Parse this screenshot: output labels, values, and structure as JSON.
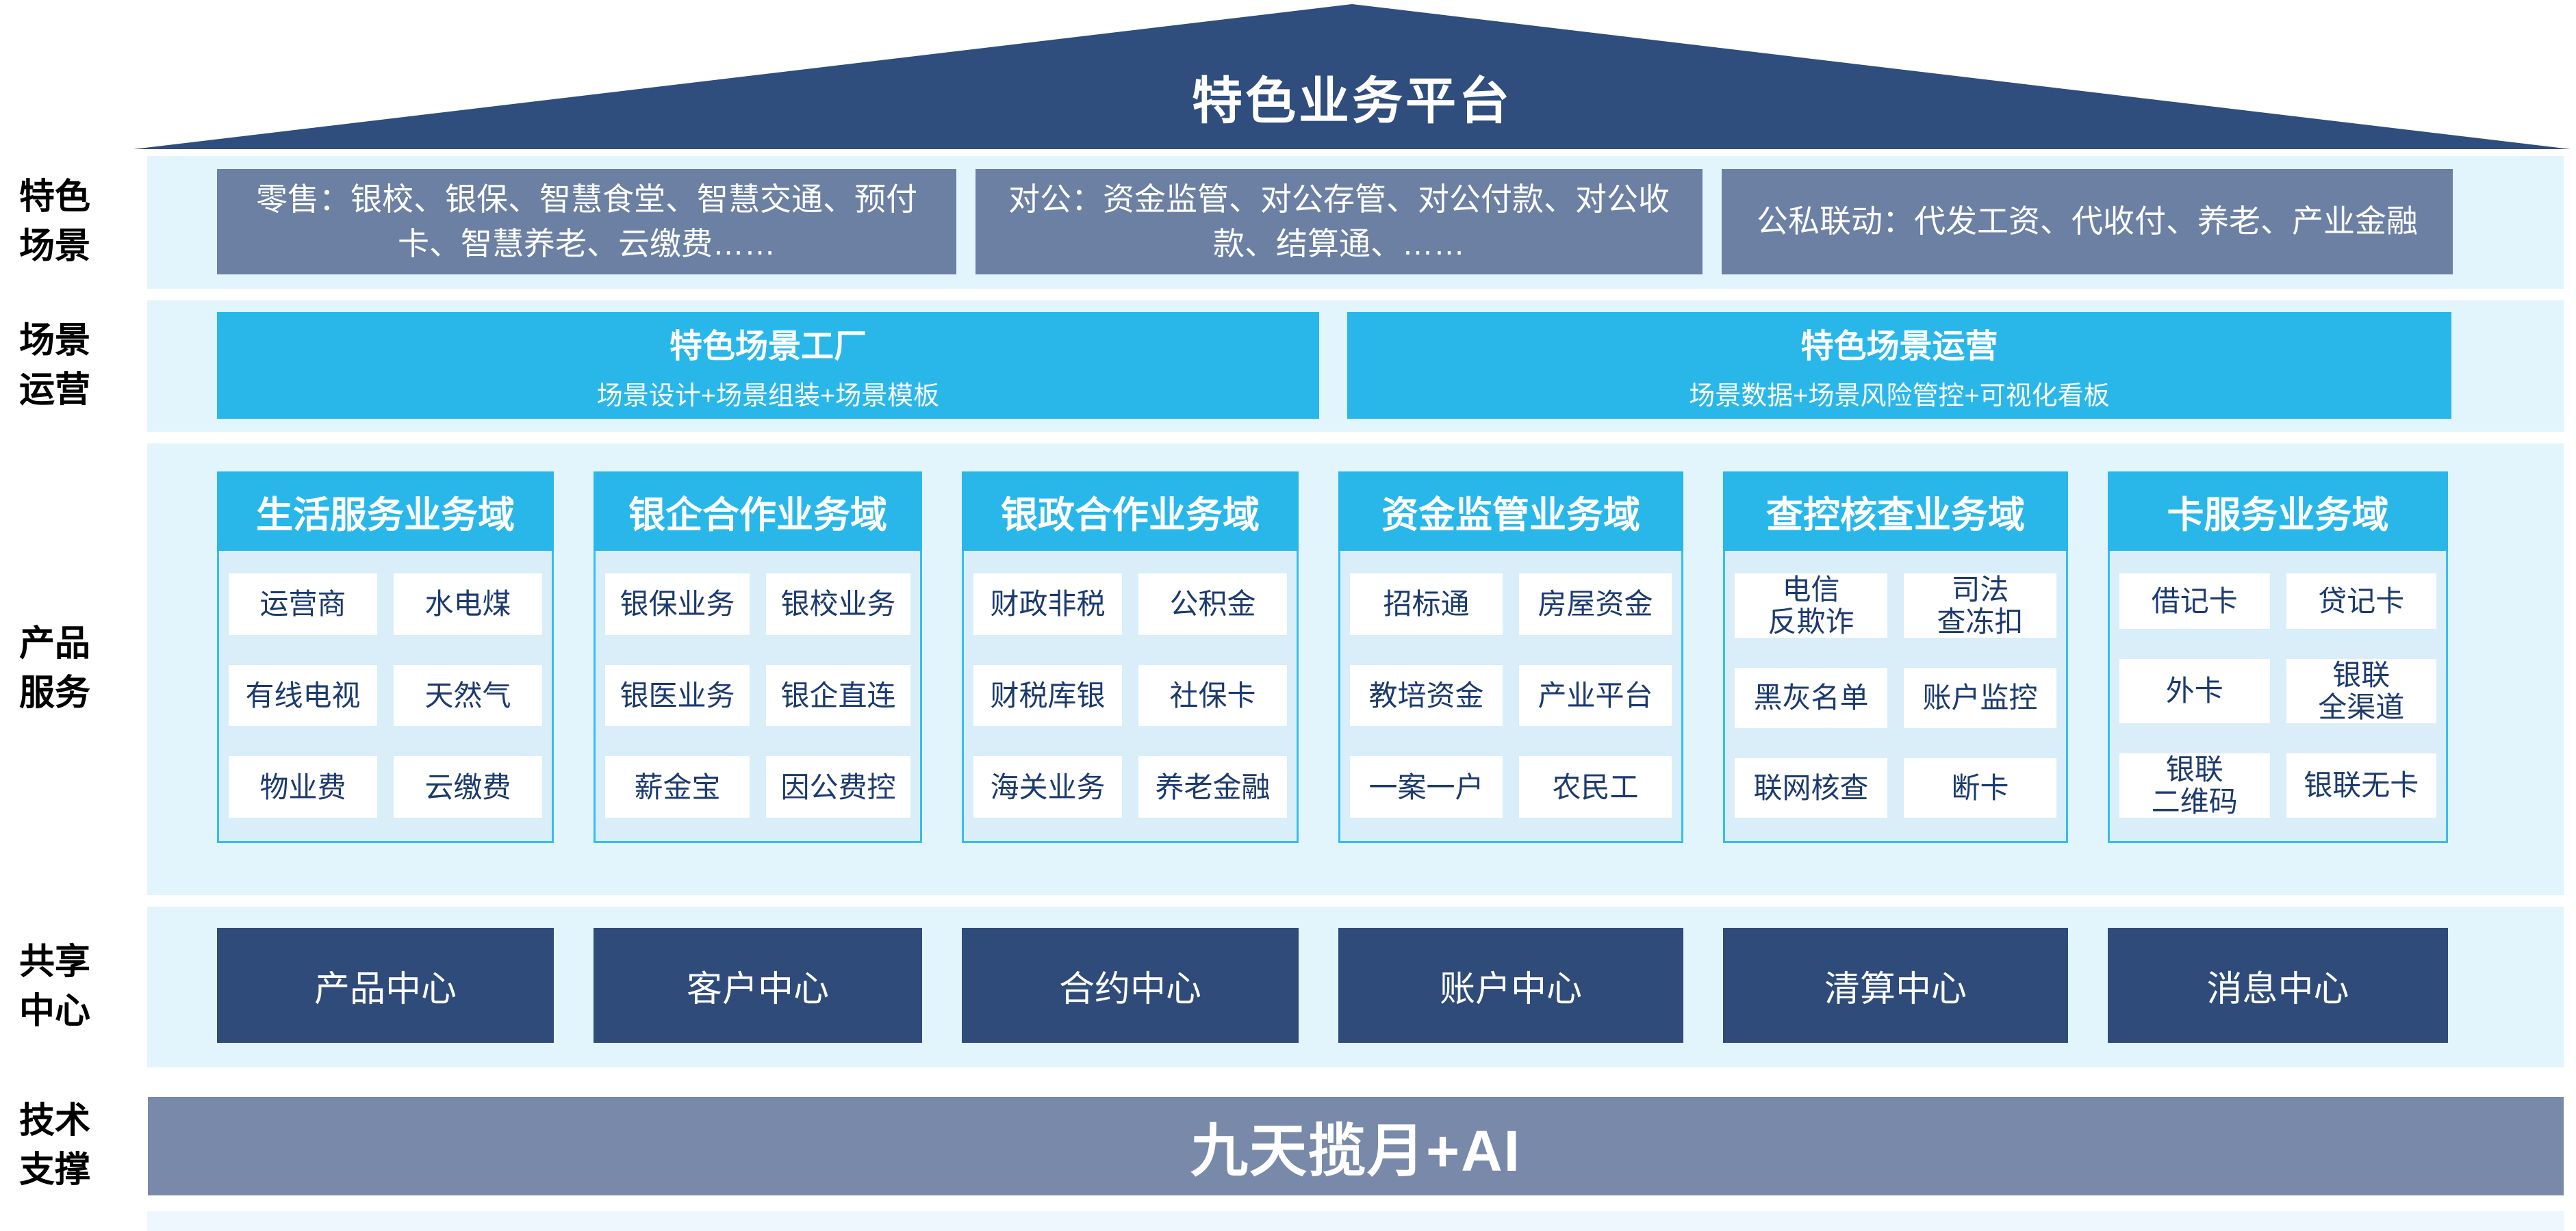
{
  "roof": {
    "title": "特色业务平台"
  },
  "side_labels": [
    "特色场景",
    "场景运营",
    "产品服务",
    "共享中心",
    "技术支撑"
  ],
  "scene_row": {
    "boxes": [
      "零售：银校、银保、智慧食堂、智慧交通、预付卡、智慧养老、云缴费……",
      "对公：资金监管、对公存管、对公付款、对公收款、结算通、……",
      "公私联动：代发工资、代收付、养老、产业金融"
    ]
  },
  "operation_row": {
    "boxes": [
      {
        "title": "特色场景工厂",
        "subtitle": "场景设计+场景组装+场景模板"
      },
      {
        "title": "特色场景运营",
        "subtitle": "场景数据+场景风险管控+可视化看板"
      }
    ]
  },
  "product_row": {
    "columns": [
      {
        "header": "生活服务业务域",
        "cells": [
          "运营商",
          "水电煤",
          "有线电视",
          "天然气",
          "物业费",
          "云缴费"
        ]
      },
      {
        "header": "银企合作业务域",
        "cells": [
          "银保业务",
          "银校业务",
          "银医业务",
          "银企直连",
          "薪金宝",
          "因公费控"
        ]
      },
      {
        "header": "银政合作业务域",
        "cells": [
          "财政非税",
          "公积金",
          "财税库银",
          "社保卡",
          "海关业务",
          "养老金融"
        ]
      },
      {
        "header": "资金监管业务域",
        "cells": [
          "招标通",
          "房屋资金",
          "教培资金",
          "产业平台",
          "一案一户",
          "农民工"
        ]
      },
      {
        "header": "查控核查业务域",
        "cells": [
          "电信\n反欺诈",
          "司法\n查冻扣",
          "黑灰名单",
          "账户监控",
          "联网核查",
          "断卡"
        ]
      },
      {
        "header": "卡服务业务域",
        "cells": [
          "借记卡",
          "贷记卡",
          "外卡",
          "银联\n全渠道",
          "银联\n二维码",
          "银联无卡"
        ]
      }
    ]
  },
  "share_row": {
    "centers": [
      "产品中心",
      "客户中心",
      "合约中心",
      "账户中心",
      "清算中心",
      "消息中心"
    ]
  },
  "tech_row": {
    "label": "九天揽月+AI"
  },
  "colors": {
    "roof_navy": "#2F4D7D",
    "scene_box_gray_blue": "#6C80A4",
    "accent_cyan": "#29B7EA",
    "band_light_blue": "#E2F4FC",
    "column_body_blue": "#D9EEF9",
    "column_border_cyan": "#36BEEE",
    "cell_text_navy": "#1C3A6E",
    "center_box_navy": "#2E4B7A",
    "tech_bar_gray_blue": "#7989A9"
  }
}
